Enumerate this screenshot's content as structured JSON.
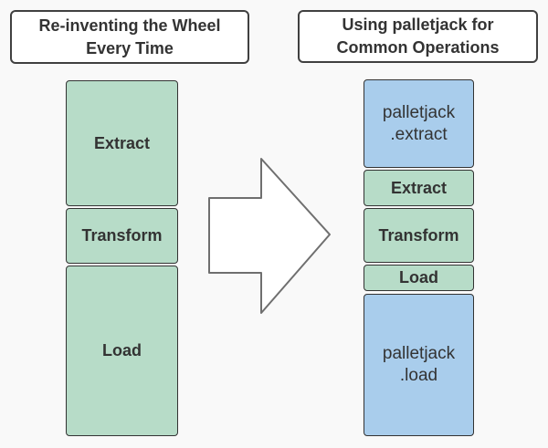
{
  "colors": {
    "background": "#f9f9f9",
    "green": "#b7dcc8",
    "blue": "#a9cdec",
    "box_border": "#333333",
    "title_border": "#404040",
    "text": "#333333",
    "arrow_fill": "#ffffff",
    "arrow_stroke": "#6f6f6f"
  },
  "left_panel": {
    "title_lines": [
      "Re-inventing the Wheel",
      "Every Time"
    ],
    "blocks": [
      {
        "label": "Extract"
      },
      {
        "label": "Transform"
      },
      {
        "label": "Load"
      }
    ]
  },
  "right_panel": {
    "title_lines": [
      "Using palletjack for",
      "Common Operations"
    ],
    "blocks": [
      {
        "lines": [
          "palletjack",
          ".extract"
        ]
      },
      {
        "label": "Extract"
      },
      {
        "label": "Transform"
      },
      {
        "label": "Load"
      },
      {
        "lines": [
          "palletjack",
          ".load"
        ]
      }
    ]
  }
}
